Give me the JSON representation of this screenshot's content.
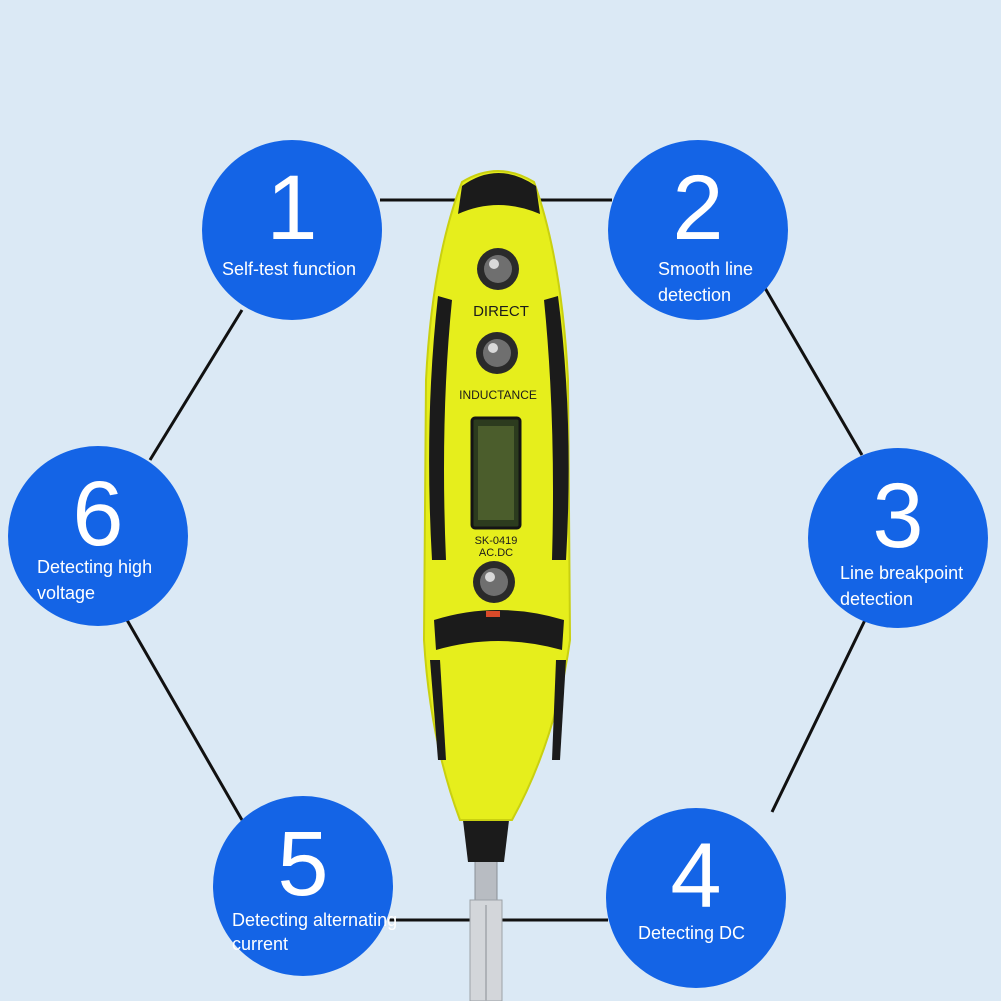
{
  "features": [
    {
      "number": "1",
      "label": "Self-test function"
    },
    {
      "number": "2",
      "label": "Smooth line detection"
    },
    {
      "number": "3",
      "label": "Line breakpoint detection"
    },
    {
      "number": "4",
      "label": "Detecting DC"
    },
    {
      "number": "5",
      "label": "Detecting alternating current"
    },
    {
      "number": "6",
      "label": "Detecting high voltage"
    }
  ],
  "device": {
    "label_direct": "DIRECT",
    "label_inductance": "INDUCTANCE",
    "model": "SK-0419",
    "mode": "AC.DC"
  },
  "colors": {
    "background": "#dbe9f5",
    "circle": "#1464e6",
    "body_yellow": "#e6ee1c",
    "grip_black": "#1b1b1b"
  }
}
